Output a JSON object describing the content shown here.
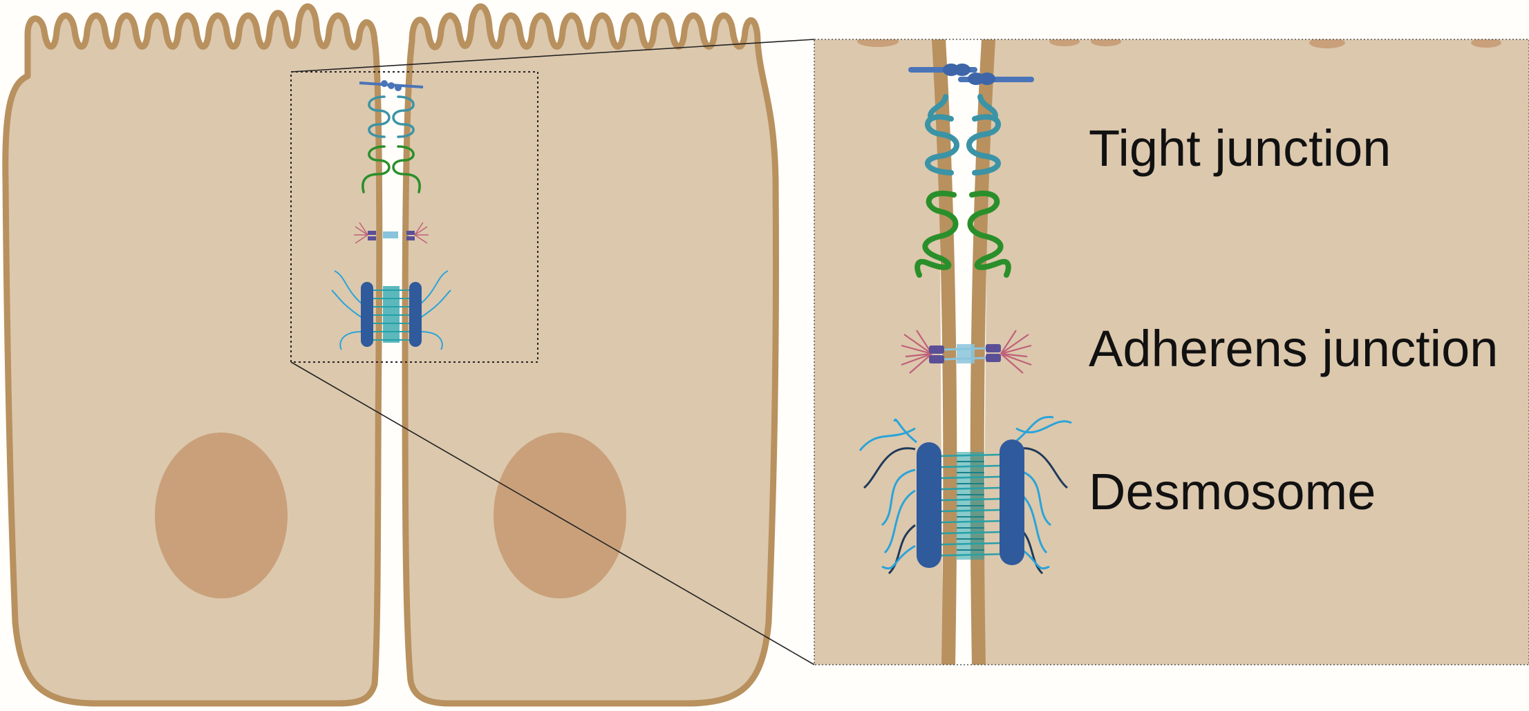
{
  "labels": {
    "tight_junction": "Tight junction",
    "adherens_junction": "Adherens junction",
    "desmosome": "Desmosome"
  },
  "colors": {
    "background": "#fffefa",
    "cytoplasm": "#dcc8ad",
    "membrane": "#b8915f",
    "nucleus": "#c9a07a",
    "tight_junction_upper": "#4a74b8",
    "tight_junction_middle": "#3b93a6",
    "tight_junction_lower": "#2a8f2a",
    "adherens_filaments": "#c0607a",
    "adherens_anchor": "#5a4f96",
    "adherens_link": "#89c4dc",
    "desmosome_plaque": "#2f5a9c",
    "desmosome_core": "#26a0a8",
    "desmosome_filaments_light": "#2aa4d8",
    "desmosome_filaments_dark": "#1f3a5a",
    "text": "#111111"
  }
}
